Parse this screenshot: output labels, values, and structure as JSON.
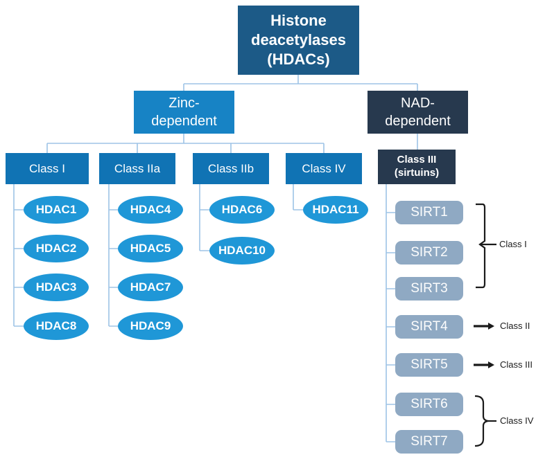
{
  "root": {
    "label": "Histone deacetylases (HDACs)"
  },
  "branches": {
    "zinc": {
      "label": "Zinc-dependent"
    },
    "nad": {
      "label": "NAD-dependent"
    }
  },
  "zinc_classes": [
    {
      "label": "Class I",
      "members": [
        "HDAC1",
        "HDAC2",
        "HDAC3",
        "HDAC8"
      ]
    },
    {
      "label": "Class IIa",
      "members": [
        "HDAC4",
        "HDAC5",
        "HDAC7",
        "HDAC9"
      ]
    },
    {
      "label": "Class IIb",
      "members": [
        "HDAC6",
        "HDAC10"
      ]
    },
    {
      "label": "Class IV",
      "members": [
        "HDAC11"
      ]
    }
  ],
  "nad_class": {
    "label": "Class III (sirtuins)",
    "members": [
      "SIRT1",
      "SIRT2",
      "SIRT3",
      "SIRT4",
      "SIRT5",
      "SIRT6",
      "SIRT7"
    ]
  },
  "sirtuin_annotations": [
    {
      "label": "Class I",
      "marker": "brace",
      "targets": "SIRT1-SIRT3"
    },
    {
      "label": "Class II",
      "marker": "arrow",
      "targets": "SIRT4"
    },
    {
      "label": "Class III",
      "marker": "arrow",
      "targets": "SIRT5"
    },
    {
      "label": "Class IV",
      "marker": "brace",
      "targets": "SIRT6-SIRT7"
    }
  ],
  "colors": {
    "root_box": "#1C5A87",
    "zinc_box": "#1783C5",
    "class_box": "#1073B4",
    "member_oval": "#1F97D7",
    "nad_box": "#27394E",
    "sirt_box": "#8FA9C3",
    "connector": "#9DC3E6",
    "annotation": "#1A1A1A",
    "node_text": "#FFFFFF"
  }
}
